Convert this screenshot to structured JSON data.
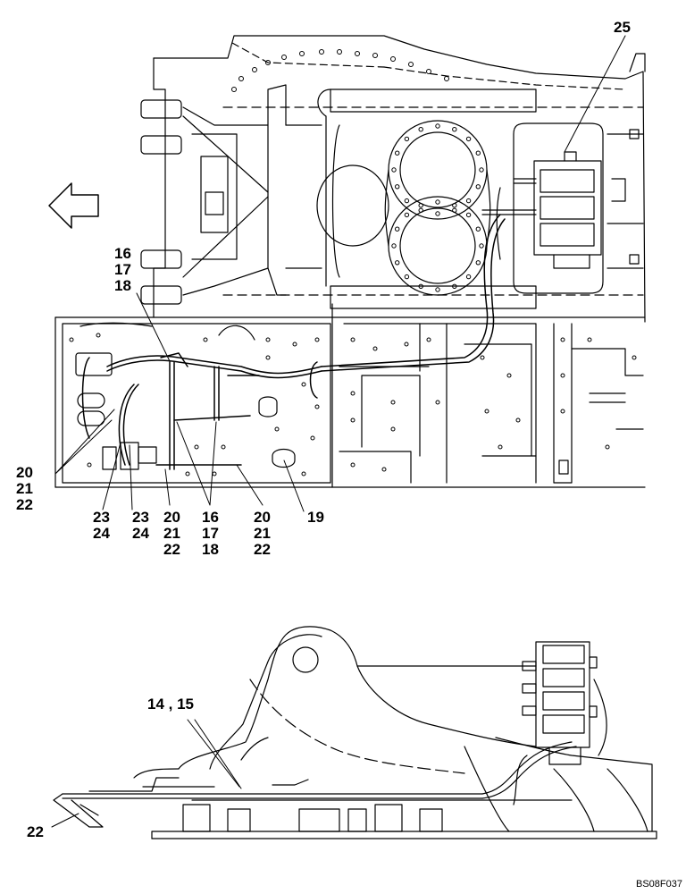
{
  "callouts": {
    "c25": "25",
    "c16_17_18_top": "16\n17\n18",
    "c20_21_22_left": "20\n21\n22",
    "c23_24_a": "23\n24",
    "c23_24_b": "23\n24",
    "c20_21_22_mid": "20\n21\n22",
    "c16_17_18_bottom": "16\n17\n18",
    "c20_21_22_right": "20\n21\n22",
    "c19": "19",
    "c14_15": "14 , 15",
    "c22": "22"
  },
  "drawing_code": "BS08F037",
  "arrow_icon": "left-arrow-icon",
  "colors": {
    "line": "#000000",
    "background": "#ffffff"
  }
}
